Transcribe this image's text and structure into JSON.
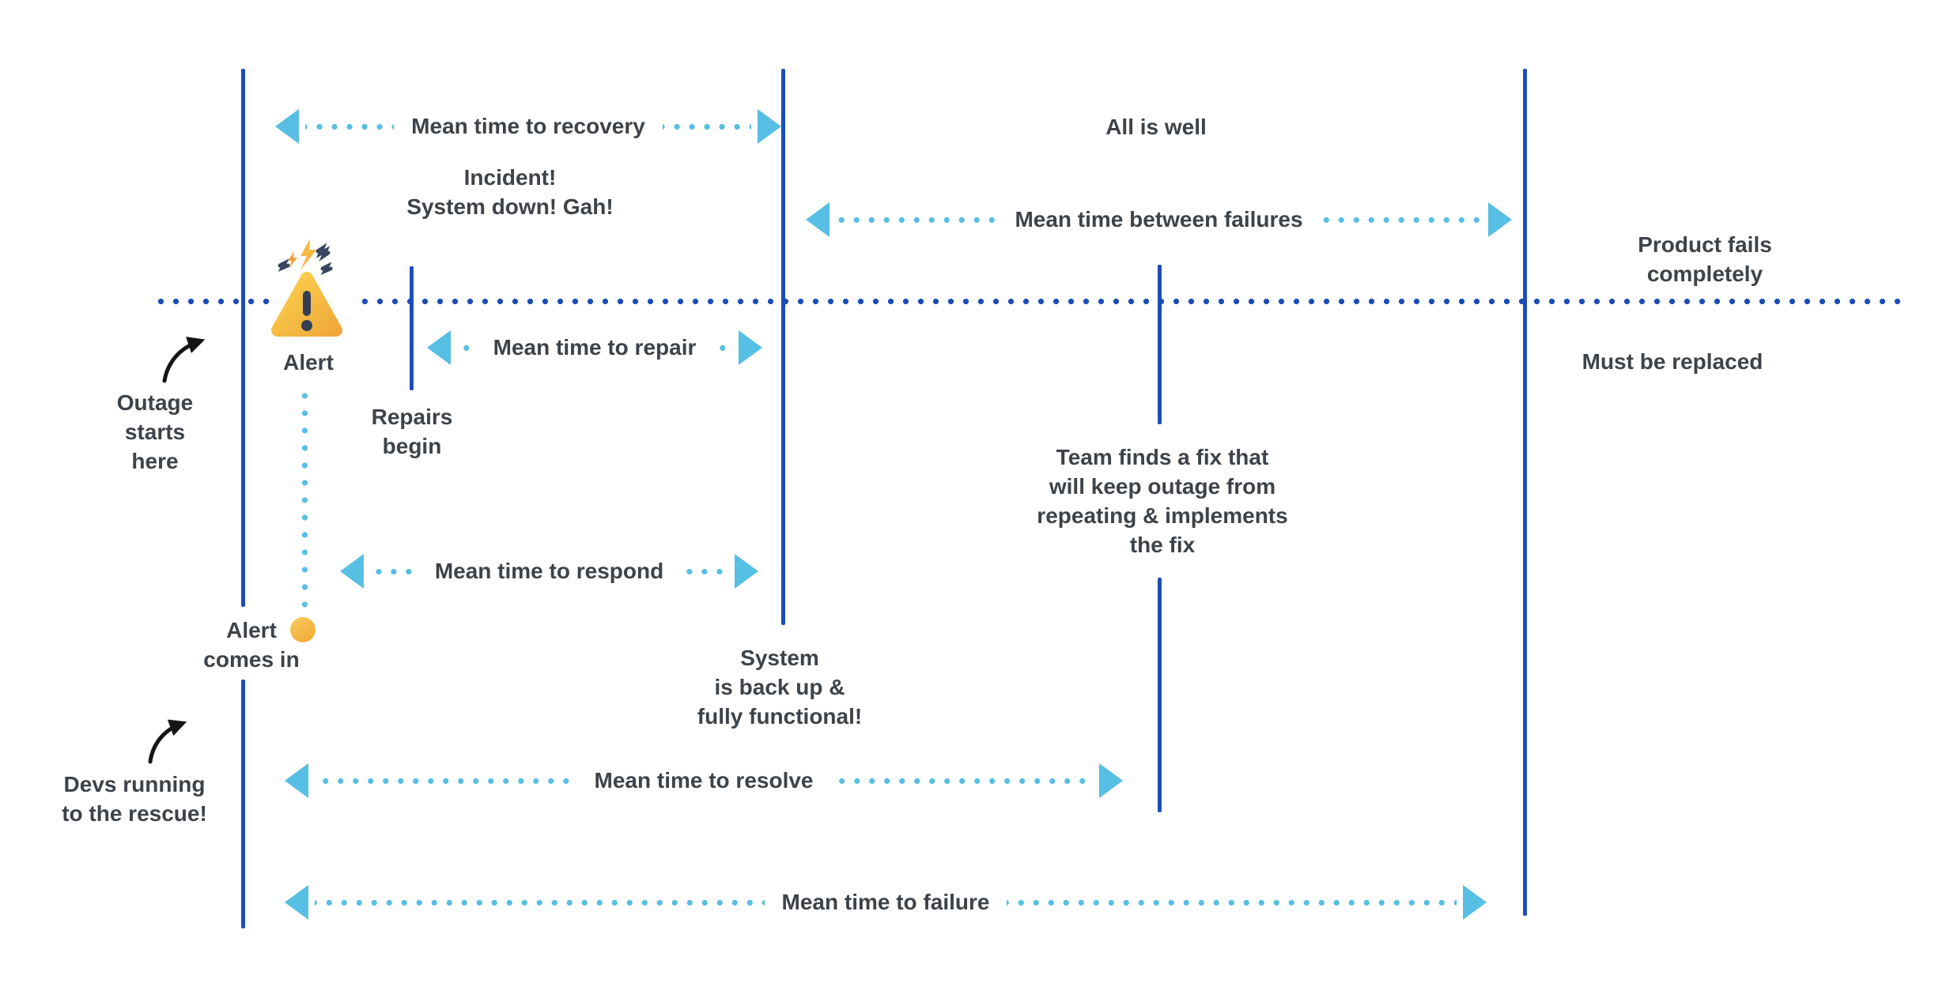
{
  "colors": {
    "blue": "#1d4db8",
    "cyan": "#57bfe3",
    "text": "#3d4348",
    "ink": "#151515",
    "alert_orange": "#f2ab38",
    "triangle_gradient_top": "#fcd14e",
    "triangle_gradient_bottom": "#efa93b"
  },
  "metric_arrows": [
    {
      "id": "mean-time-to-recovery",
      "label": "Mean time to recovery"
    },
    {
      "id": "mean-time-between-failures",
      "label": "Mean time between failures"
    },
    {
      "id": "mean-time-to-repair",
      "label": "Mean time to repair"
    },
    {
      "id": "mean-time-to-respond",
      "label": "Mean time to respond"
    },
    {
      "id": "mean-time-to-resolve",
      "label": "Mean time to resolve"
    },
    {
      "id": "mean-time-to-failure",
      "label": "Mean time to failure"
    }
  ],
  "annotations": {
    "all_is_well": "All is well",
    "incident": "Incident!\nSystem down! Gah!",
    "product_fails": "Product fails completely",
    "must_be_replaced": "Must be replaced",
    "alert": "Alert",
    "outage_starts": "Outage\nstarts\nhere",
    "repairs_begin": "Repairs\nbegin",
    "alert_comes_in": "Alert\ncomes in",
    "system_back": "System\nis back up &\nfully functional!",
    "team_fix": "Team finds a fix that\nwill keep outage from\nrepeating & implements\nthe fix",
    "devs_running": "Devs running\nto the rescue!"
  }
}
